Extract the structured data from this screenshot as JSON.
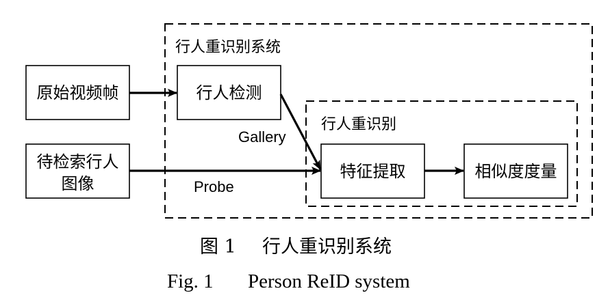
{
  "groups": {
    "system": {
      "label": "行人重识别系统"
    },
    "reid": {
      "label": "行人重识别"
    }
  },
  "nodes": {
    "raw_frames": {
      "label": "原始视频帧"
    },
    "query": {
      "line1": "待检索行人",
      "line2": "图像"
    },
    "detection": {
      "label": "行人检测"
    },
    "feature": {
      "label": "特征提取"
    },
    "similarity": {
      "label": "相似度度量"
    }
  },
  "edges": {
    "gallery": {
      "label": "Gallery"
    },
    "probe": {
      "label": "Probe"
    }
  },
  "caption": {
    "cn_number": "图 1",
    "cn_title": "行人重识别系统",
    "en_number": "Fig. 1",
    "en_title": "Person ReID system"
  }
}
